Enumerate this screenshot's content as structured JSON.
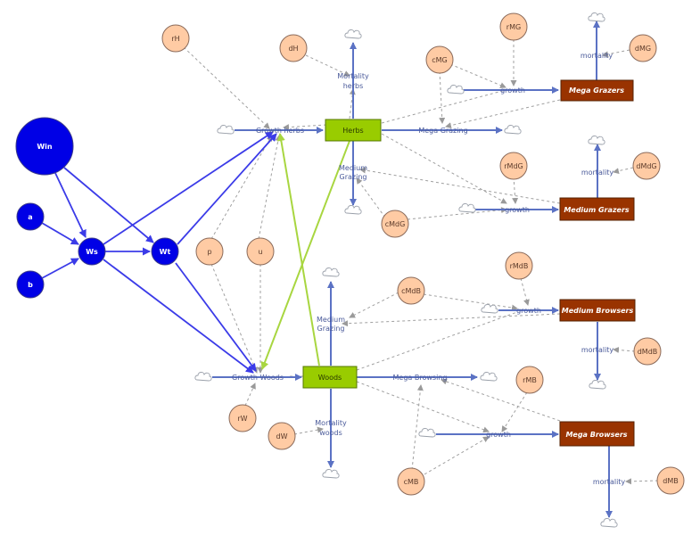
{
  "stocks": {
    "herbs": "Herbs",
    "woods": "Woods",
    "mega_grazers": "Mega Grazers",
    "medium_grazers": "Medium Grazers",
    "medium_browsers": "Medium Browsers",
    "mega_browsers": "Mega Browsers"
  },
  "drivers": {
    "win": "Win",
    "a": "a",
    "b": "b",
    "ws": "Ws",
    "wt": "Wt"
  },
  "params": {
    "rH": "rH",
    "dH": "dH",
    "cMG": "cMG",
    "rMG": "rMG",
    "dMG": "dMG",
    "rMdG": "rMdG",
    "dMdG": "dMdG",
    "cMdG": "cMdG",
    "p": "p",
    "u": "u",
    "cMdB": "cMdB",
    "rMdB": "rMdB",
    "dMdB": "dMdB",
    "rMB": "rMB",
    "rW": "rW",
    "dW": "dW",
    "cMB": "cMB",
    "dMB": "dMB"
  },
  "flows": {
    "growth_herbs": "Growth herbs",
    "mortality_herbs_1": "Mortality",
    "mortality_herbs_2": "herbs",
    "mega_grazing": "Mega Grazing",
    "medium_grazing_h1": "Medium",
    "medium_grazing_h2": "Grazing",
    "growth_woods": "Growth Woods",
    "medium_grazing_w1": "Medium",
    "medium_grazing_w2": "Grazing",
    "mega_browsing": "Mega Browsing",
    "mortality_woods_1": "Mortality",
    "mortality_woods_2": "woods",
    "growth_mg": "growth",
    "mortality_mg": "mortality",
    "growth_mdg": "growth",
    "mortality_mdg": "mortality",
    "growth_mdb": "growth",
    "mortality_mdb": "mortality",
    "growth_mb": "growth",
    "mortality_mb": "mortality"
  }
}
